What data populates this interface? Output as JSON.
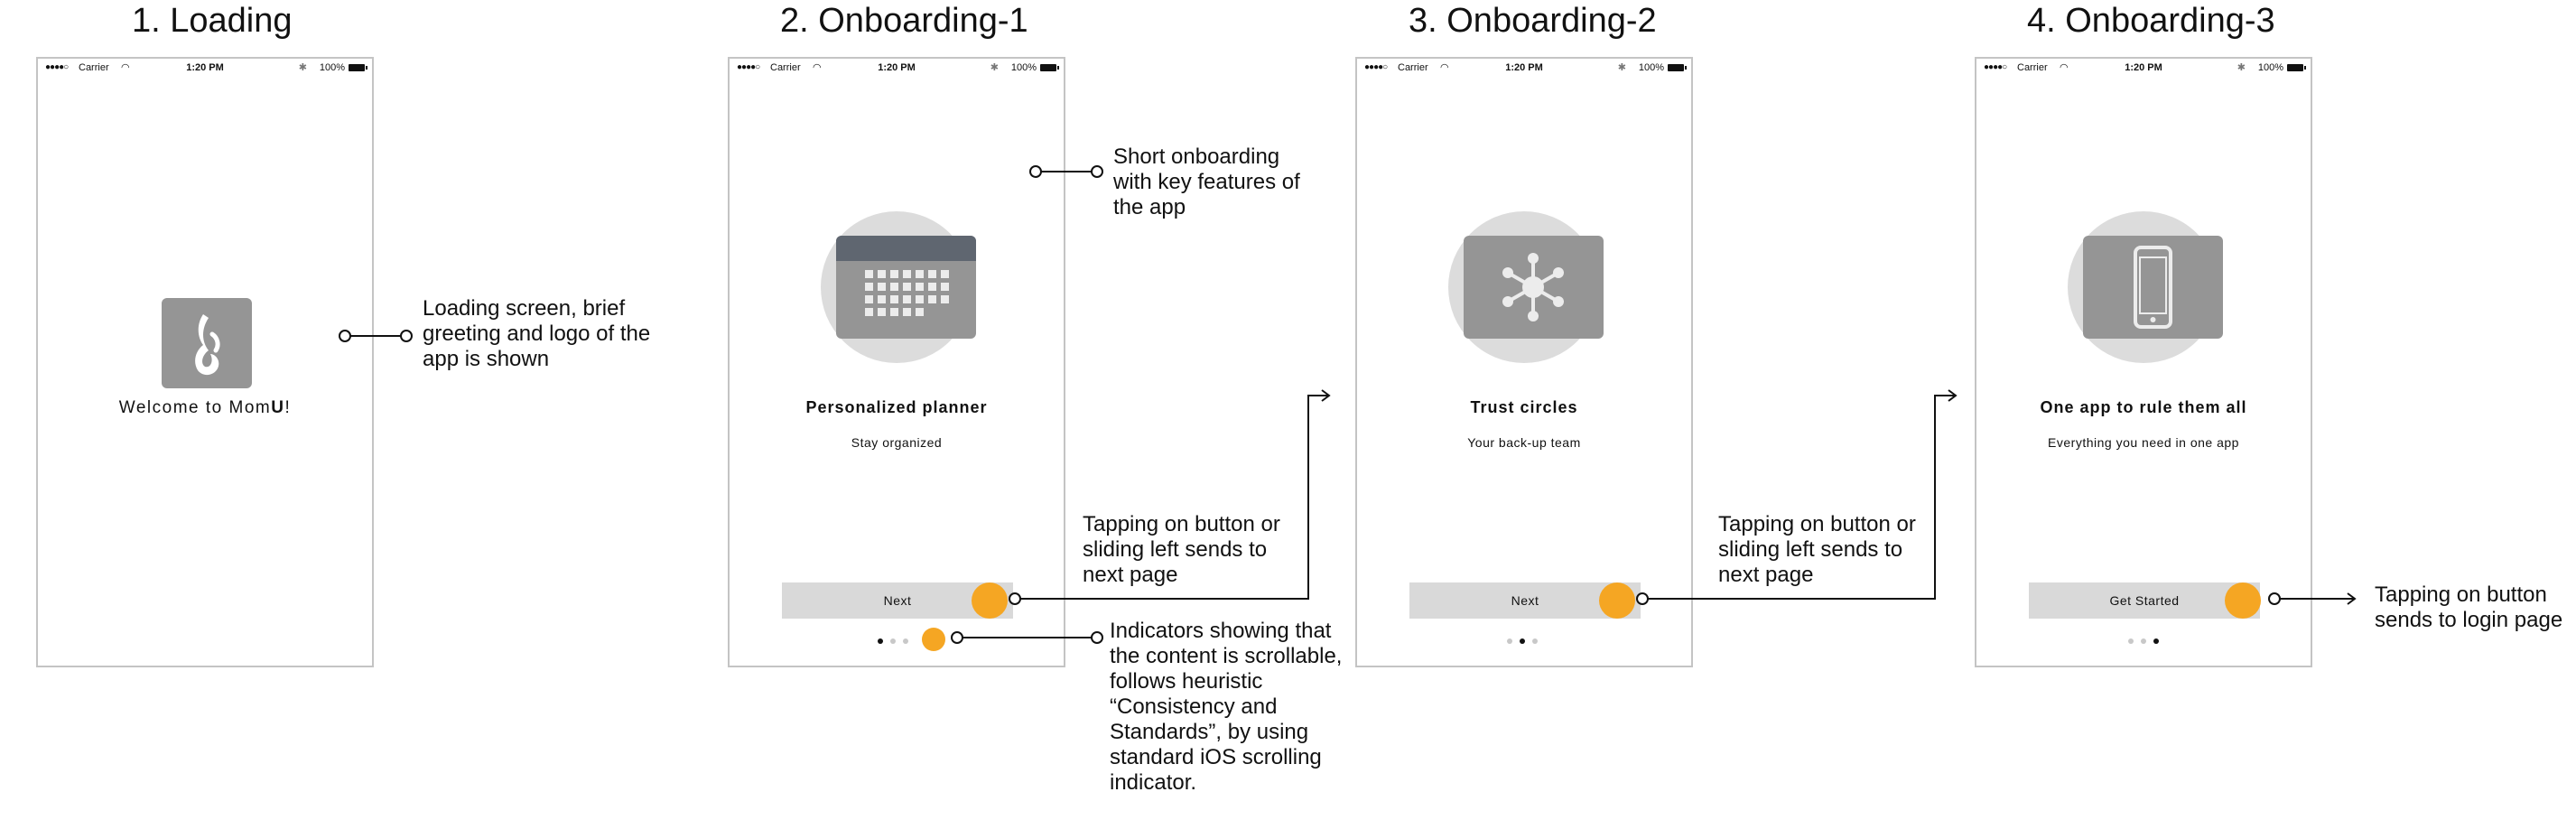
{
  "titles": [
    "1. Loading",
    "2. Onboarding-1",
    "3. Onboarding-2",
    "4. Onboarding-3"
  ],
  "status_bar": {
    "signal": "●●●●○",
    "carrier": "Carrier",
    "time": "1:20 PM",
    "battery_pct": "100%"
  },
  "loading": {
    "welcome_prefix": "Welcome to Mom",
    "welcome_bold": "U",
    "welcome_suffix": "!"
  },
  "onboarding": [
    {
      "icon": "calendar-icon",
      "title": "Personalized planner",
      "subtitle": "Stay organized",
      "button": "Next",
      "active_dot": 0
    },
    {
      "icon": "network-icon",
      "title": "Trust circles",
      "subtitle": "Your back-up team",
      "button": "Next",
      "active_dot": 1
    },
    {
      "icon": "phone-icon",
      "title": "One app to rule them all",
      "subtitle": "Everything you need in one app",
      "button": "Get Started",
      "active_dot": 2
    }
  ],
  "notes": {
    "loading": "Loading screen, brief\ngreeting and logo of the\napp is shown",
    "onboarding": "Short onboarding\nwith key features of\nthe app",
    "next_1": "Tapping on button or\nsliding left sends to\nnext page",
    "indicators": "Indicators showing that\nthe content is scrollable,\nfollows heuristic\n“Consistency and\nStandards”, by using\nstandard iOS scrolling\nindicator.",
    "next_2": "Tapping on button or\nsliding left sends to\nnext page",
    "get_started": "Tapping on button\nsends to login page"
  },
  "colors": {
    "accent": "#f5a623",
    "icon_fill": "#959595",
    "circle": "#dcdcdc",
    "button_bg": "#d9d9d9",
    "calendar_header": "#5f6670"
  }
}
